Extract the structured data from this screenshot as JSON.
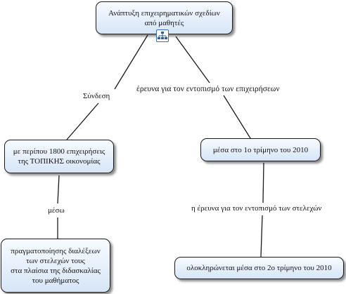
{
  "nodes": {
    "root": {
      "lines": [
        "Ανάπτυξη επιχειρηματικών σχεδίων",
        "από μαθητές"
      ],
      "icon": "hierarchy-icon"
    },
    "left": {
      "lines": [
        "με περίπου 1800 επιχειρήσεις",
        "της ΤΟΠΙΚΗΣ οικονομίας"
      ]
    },
    "bottom_left": {
      "lines": [
        "πραγματοποίησης διαλέξεων",
        "των στελεχών τους",
        "στα πλαίσια της διδασκαλίας",
        "του μαθήματος"
      ]
    },
    "right": {
      "lines": [
        "μέσα στο 1ο τρίμηνο του 2010"
      ]
    },
    "bottom_right": {
      "lines": [
        "ολοκληρώνεται μέσα στο 2ο τρίμηνο του 2010"
      ]
    }
  },
  "links": {
    "root_left": "Σύνδεση",
    "root_right": "έρευνα για τον εντοπισμό των επιχειρήσεων",
    "left_bottom": "μέσω",
    "right_bottom": "η έρευνα για τον εντοπισμό των στελεχών"
  },
  "colors": {
    "node_top": "#f7fbff",
    "node_bottom": "#d6e5f7",
    "border": "#1a1a1a"
  }
}
